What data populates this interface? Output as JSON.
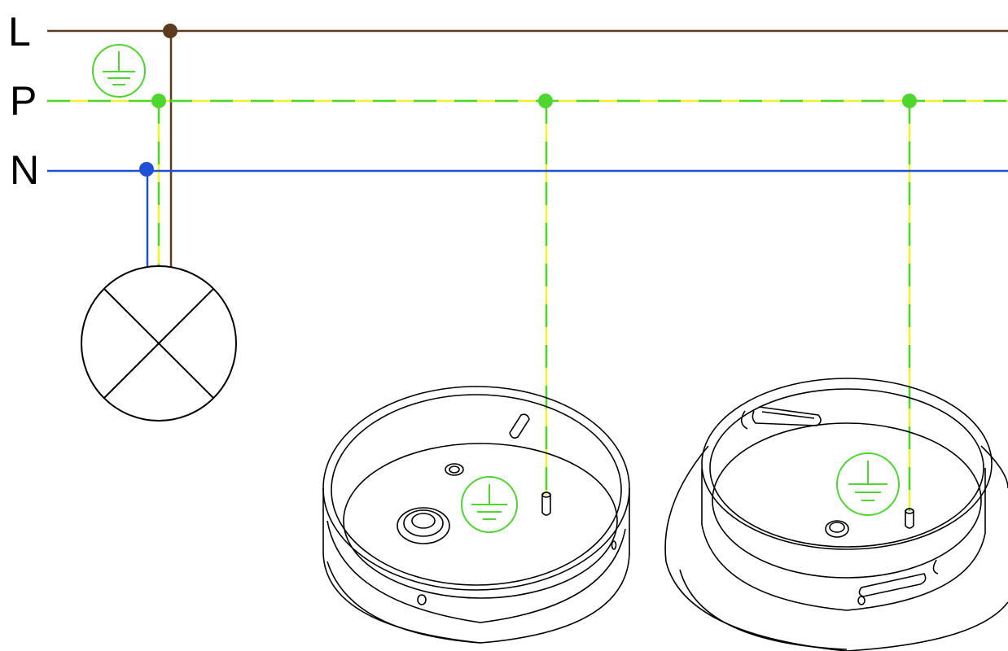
{
  "conductors": {
    "live": {
      "label": "L",
      "color": "#5b3a1e"
    },
    "protective": {
      "label": "P",
      "color_base": "#f2f22a",
      "color_dash": "#4cd62e"
    },
    "neutral": {
      "label": "N",
      "color": "#1f4fd6"
    }
  },
  "symbols": {
    "earth_symbol_color": "#4cd62e",
    "earth_symbol_icon": "protective-earth-icon",
    "lamp_icon": "lamp-cross-icon",
    "device_outline_color": "#000000"
  }
}
